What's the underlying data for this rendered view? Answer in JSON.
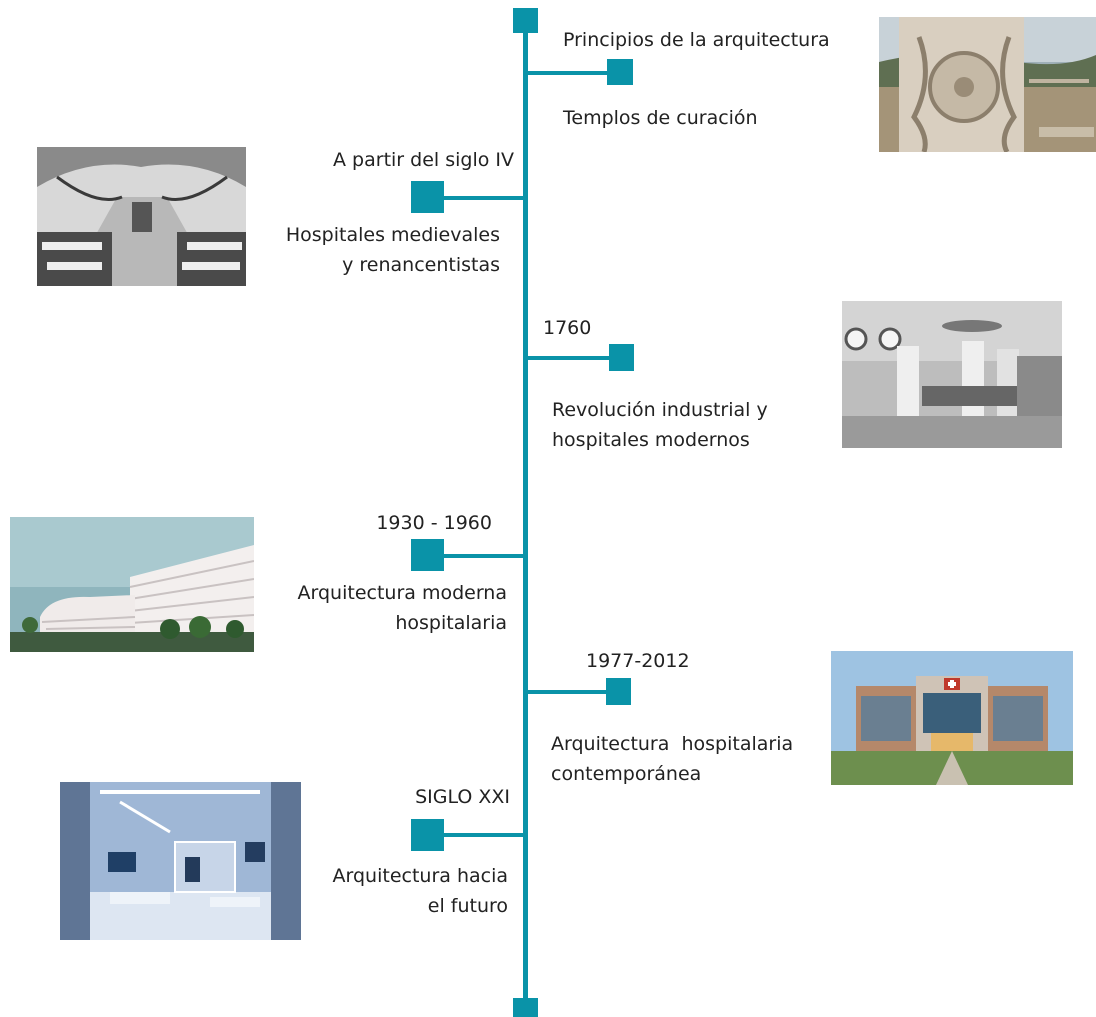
{
  "accent_color": "#0a93a8",
  "events": [
    {
      "date": "Principios de la arquitectura",
      "title": "Templos de curación",
      "image": "asclepius-column-relief-photo"
    },
    {
      "date": "A partir del siglo IV",
      "title": "Hospitales medievales\ny renancentistas",
      "image": "medieval-hospital-ward-photo"
    },
    {
      "date": "1760",
      "title": "Revolución industrial y\nhospitales modernos",
      "image": "early-operating-room-photo"
    },
    {
      "date": "1930 - 1960",
      "title": "Arquitectura moderna\nhospitalaria",
      "image": "modernist-hospital-building-photo"
    },
    {
      "date": "1977-2012",
      "title": "Arquitectura  hospitalaria\ncontemporánea",
      "image": "contemporary-hospital-facade-photo"
    },
    {
      "date": "SIGLO XXI",
      "title": "Arquitectura hacia\nel futuro",
      "image": "futuristic-hospital-room-photo"
    }
  ]
}
